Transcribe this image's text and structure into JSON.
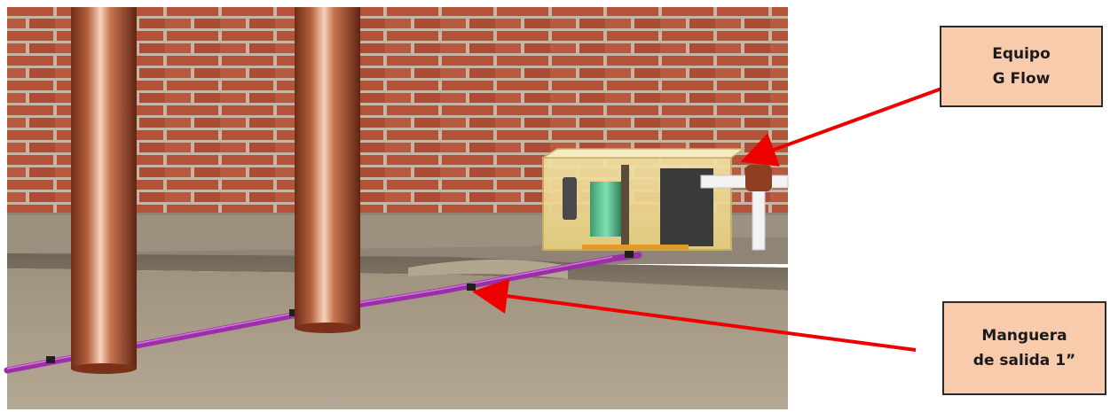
{
  "callouts": {
    "gflow": {
      "line1": "Equipo",
      "line2": "G Flow"
    },
    "hose": {
      "line1": "Manguera",
      "line2": "de salida 1”"
    }
  },
  "colors": {
    "brick": "#b5523a",
    "mortar": "#c9b7a5",
    "floor": "#a99a89",
    "copper": "#b8643e",
    "hose": "#9b2fa8",
    "callout_fill": "#f8cbad",
    "arrow": "#ee0000"
  }
}
